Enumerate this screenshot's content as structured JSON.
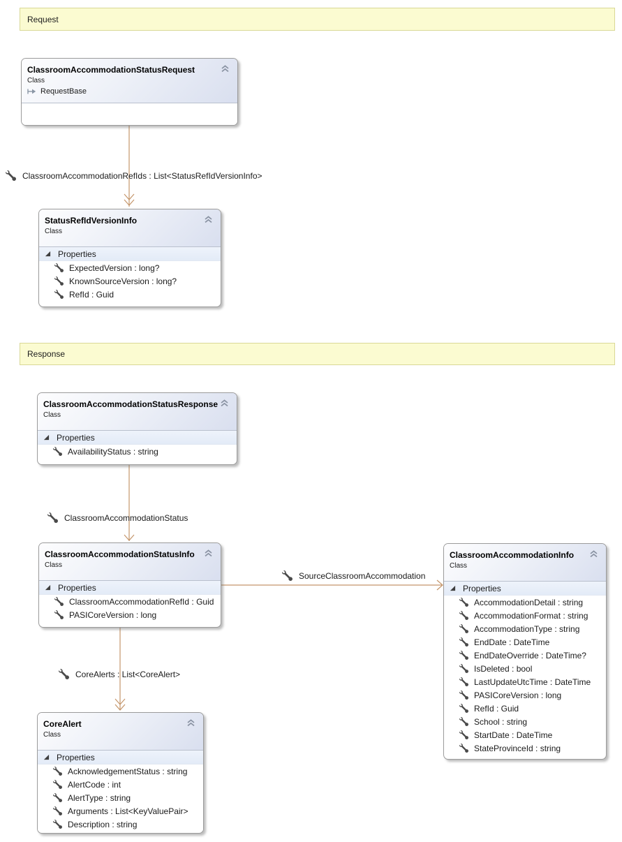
{
  "banners": {
    "request": "Request",
    "response": "Response"
  },
  "classes": [
    {
      "title": "ClassroomAccommodationStatusRequest",
      "kind": "Class",
      "base": "RequestBase"
    },
    {
      "title": "StatusRefIdVersionInfo",
      "kind": "Class",
      "section": "Properties",
      "properties": [
        "ExpectedVersion : long?",
        "KnownSourceVersion : long?",
        "RefId : Guid"
      ]
    },
    {
      "title": "ClassroomAccommodationStatusResponse",
      "kind": "Class",
      "section": "Properties",
      "properties": [
        "AvailabilityStatus : string"
      ]
    },
    {
      "title": "ClassroomAccommodationStatusInfo",
      "kind": "Class",
      "section": "Properties",
      "properties": [
        "ClassroomAccommodationRefId : Guid",
        "PASICoreVersion : long"
      ]
    },
    {
      "title": "ClassroomAccommodationInfo",
      "kind": "Class",
      "section": "Properties",
      "properties": [
        "AccommodationDetail : string",
        "AccommodationFormat : string",
        "AccommodationType : string",
        "EndDate : DateTime",
        "EndDateOverride : DateTime?",
        "IsDeleted : bool",
        "LastUpdateUtcTime : DateTime",
        "PASICoreVersion : long",
        "RefId : Guid",
        "School : string",
        "StartDate : DateTime",
        "StateProvinceId : string"
      ]
    },
    {
      "title": "CoreAlert",
      "kind": "Class",
      "section": "Properties",
      "properties": [
        "AcknowledgementStatus : string",
        "AlertCode : int",
        "AlertType : string",
        "Arguments : List<KeyValuePair>",
        "Description : string"
      ]
    }
  ],
  "connectors": [
    {
      "label": "ClassroomAccommodationRefIds : List<StatusRefIdVersionInfo>"
    },
    {
      "label": "ClassroomAccommodationStatus"
    },
    {
      "label": "SourceClassroomAccommodation"
    },
    {
      "label": "CoreAlerts : List<CoreAlert>"
    }
  ],
  "icons": {
    "property": "wrench-icon",
    "collapse": "double-chevron-up-icon",
    "section_expander": "triangle-expander-icon",
    "inherits": "arrow-right-icon"
  },
  "colors": {
    "connector": "#c4956a",
    "banner_fill": "#fbfbd1",
    "banner_border": "#d9d896",
    "header_gradient_start": "#fdfdfe",
    "header_gradient_end": "#d9dfef",
    "section_band": "#e9f0fa",
    "box_border": "#9b9b9b"
  }
}
